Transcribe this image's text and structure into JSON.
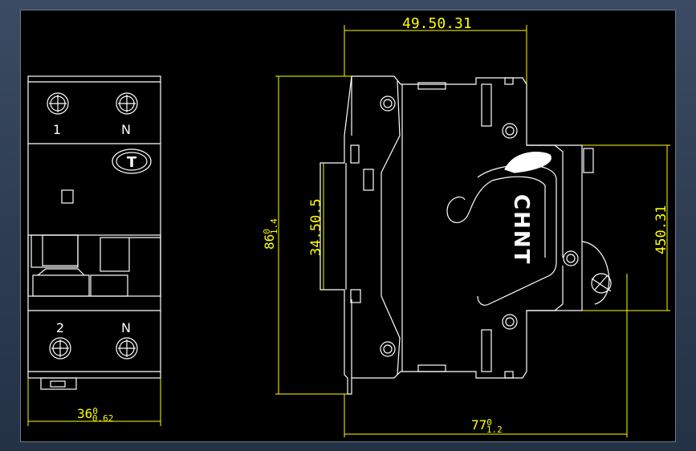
{
  "front_view": {
    "terminal_top_left": "1",
    "terminal_top_right": "N",
    "terminal_bottom_left": "2",
    "terminal_bottom_right": "N",
    "test_button": "T",
    "width_dim": {
      "nominal": "36",
      "upper": "0",
      "lower": "0.62"
    }
  },
  "side_view": {
    "brand": "CHNT",
    "top_dim": {
      "nominal": "49",
      "upper": "0",
      "lower": "0.31",
      "display": "49.50.31"
    },
    "height_dim": {
      "nominal": "86",
      "upper": "0",
      "lower": "1.4"
    },
    "din_dim": {
      "display": "34.50.5"
    },
    "right_dim": {
      "display": "450.31"
    },
    "bottom_dim": {
      "nominal": "77",
      "upper": "0",
      "lower": "1.2"
    }
  },
  "colors": {
    "line": "#ffffff",
    "dimension": "#ffff00",
    "background": "#000000",
    "frame": "#3b4b63"
  }
}
